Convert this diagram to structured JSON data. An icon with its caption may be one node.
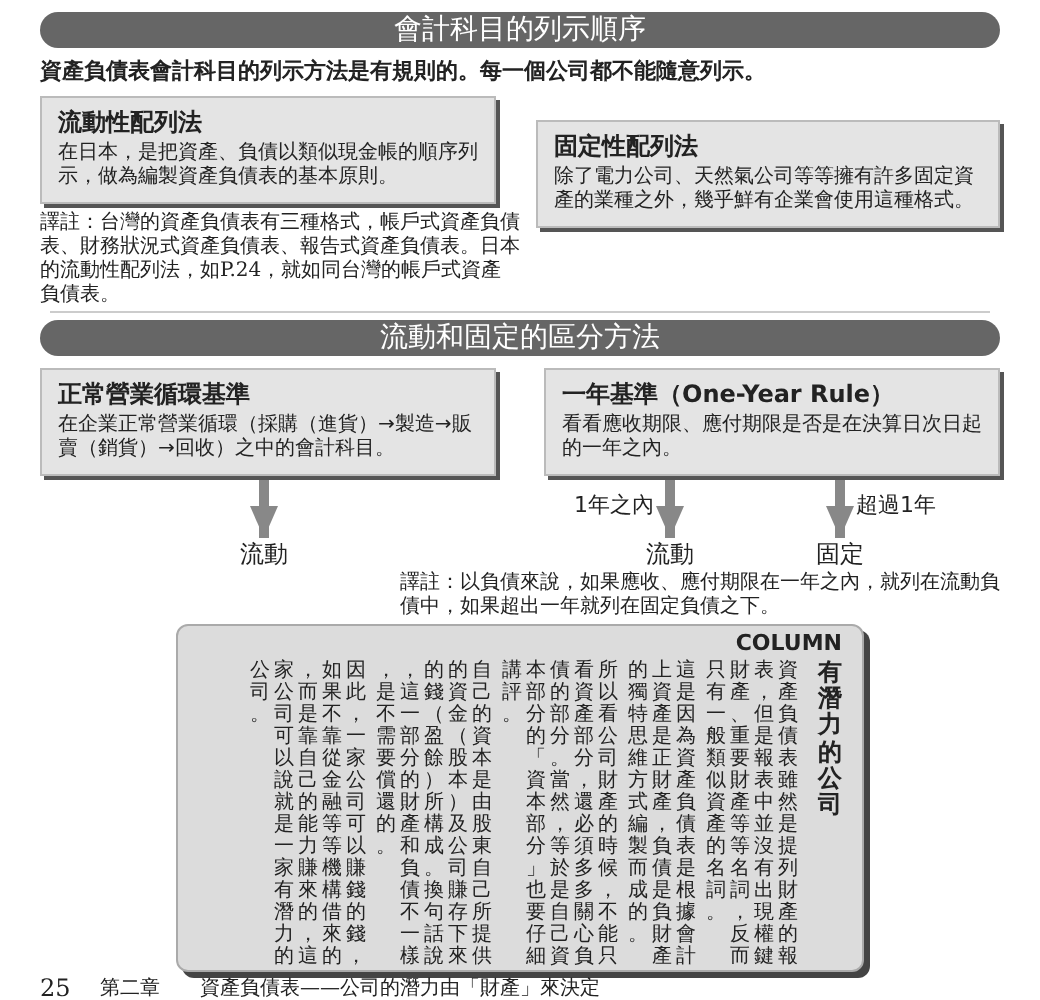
{
  "diagram": {
    "nodes": [
      {
        "text": [
          "會計科目的列示順序"
        ]
      },
      {
        "text": [
          "流動性配列法",
          "在日本，是把資產、負債以類似現金帳的順序列示，做為編製資產負債表的基本原則。"
        ]
      },
      {
        "text": [
          "固定性配列法",
          "除了電力公司、天然氣公司等等擁有許多固定資產的業種之外，幾乎鮮有企業會使用這種格式。"
        ]
      },
      {
        "text": [
          "流動和固定的區分方法"
        ]
      },
      {
        "text": [
          "正常營業循環基準",
          "在企業正常營業循環（採購（進貨）→製造→販賣（銷貨）→回收）之中的會計科目。"
        ]
      },
      {
        "text": [
          "一年基準（One-Year Rule）",
          "看看應收期限、應付期限是否是在決算日次日起的一年之內。"
        ]
      },
      {
        "text": [
          "流動"
        ]
      },
      {
        "text": [
          "流動"
        ]
      },
      {
        "text": [
          "固定"
        ]
      },
      {
        "text": [
          "COLUMN",
          "有潛力的公司",
          "資產負債表雖然是提列財產的報表，但是報表中並沒有出現權鍵財產、重要財產等等名詞，反而只有一般類似資產的名詞。",
          "這是因為資產負債表是根據會計上資產是正財產，負債是負財產的獨特思維方式編製而成的。",
          "所以看公司財產的時候，不能只看資產部分，還必須多多關心負債的部分。當然，等於是自己資本部分的「資本部分」也要仔細講評。",
          "自己的資本是由股東自己所提供的資金（股本）及公司賺存下來的錢（盈餘）所構成。換句話說，這一部分的財產和負債不一樣，是不需要償還的。",
          "因此，一家公司可以賺錢的錢，如果不靠從金融等等機構借來的，而是靠自己的能力賺來的，這家公司可以說就是一家有潛力的公司。"
        ]
      }
    ],
    "edges": [
      {
        "from": 4,
        "to": 6,
        "arrow": "to"
      },
      {
        "from": 5,
        "to": 7,
        "arrow": "to",
        "label": "1年之內"
      },
      {
        "from": 5,
        "to": 8,
        "arrow": "to",
        "label": "超過1年"
      }
    ],
    "labels": [
      "資產負債表會計科目的列示方法是有規則的。每一個公司都不能隨意列示。",
      "譯註：台灣的資產負債表有三種格式，帳戶式資產負債表、財務狀況式資產負債表、報告式資產負債表。日本的流動性配列法，如P.24，就如同台灣的帳戶式資產負債表。",
      "譯註：以負債來說，如果應收、應付期限在一年之內，就列在流動負債中，如果超出一年就列在固定負債之下。",
      "25",
      "第二章",
      "資產負債表——公司的潛力由「財產」來決定"
    ]
  }
}
